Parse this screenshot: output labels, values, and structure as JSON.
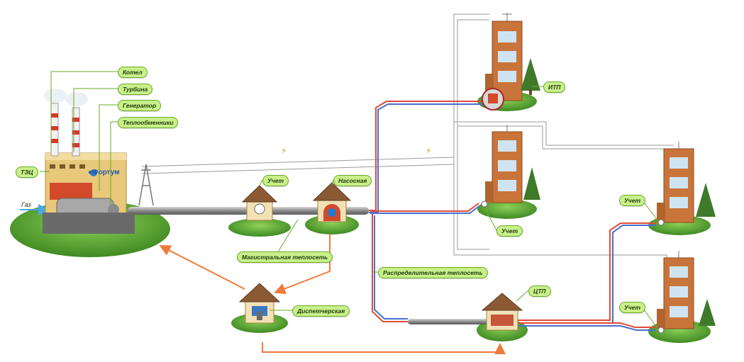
{
  "labels": {
    "tec": "ТЭЦ",
    "boiler": "Котел",
    "turbine": "Турбина",
    "generator": "Генератор",
    "heat_exchangers": "Теплообменники",
    "gas": "Газ",
    "brand": "Фортум",
    "metering_main": "Учет",
    "pump_station": "Насосная",
    "main_network": "Магистральная теплосеть",
    "dispatch": "Диспетчерская",
    "distribution_network": "Распределительная теплосеть",
    "ctp": "ЦТП",
    "itp": "ИТП",
    "metering_building2": "Учет",
    "metering_building3": "Учет",
    "metering_building4": "Учет"
  },
  "colors": {
    "label_fill": "#c8f08a",
    "label_border": "#6aaa24",
    "hot_pipe": "#e04b3a",
    "cold_pipe": "#4a6ed0",
    "arrow": "#f07a3a",
    "grass": "#5aa632",
    "brick": "#c9743a"
  }
}
